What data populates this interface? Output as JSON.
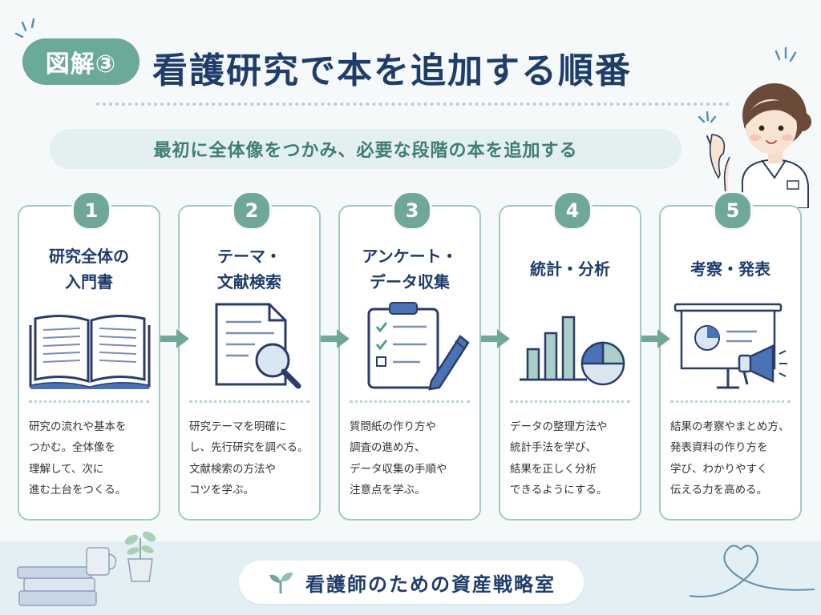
{
  "header": {
    "tag": "図解③",
    "title": "看護研究で本を追加する順番",
    "subtitle": "最初に全体像をつかみ、必要な段階の本を追加する"
  },
  "steps": [
    {
      "number": "1",
      "title_lines": [
        "研究全体の",
        "入門書"
      ],
      "icon": "open-book-icon",
      "desc_lines": [
        "研究の流れや基本を",
        "つかむ。全体像を",
        "理解して、次に",
        "進む土台をつくる。"
      ]
    },
    {
      "number": "2",
      "title_lines": [
        "テーマ・",
        "文献検索"
      ],
      "icon": "document-magnifier-icon",
      "desc_lines": [
        "研究テーマを明確に",
        "し、先行研究を調べる。",
        "文献検索の方法や",
        "コツを学ぶ。"
      ]
    },
    {
      "number": "3",
      "title_lines": [
        "アンケート・",
        "データ収集"
      ],
      "icon": "clipboard-pen-icon",
      "desc_lines": [
        "質問紙の作り方や",
        "調査の進め方、",
        "データ収集の手順や",
        "注意点を学ぶ。"
      ]
    },
    {
      "number": "4",
      "title_lines": [
        "統計・分析"
      ],
      "icon": "bar-pie-chart-icon",
      "desc_lines": [
        "データの整理方法や",
        "統計手法を学び、",
        "結果を正しく分析",
        "できるようにする。"
      ]
    },
    {
      "number": "5",
      "title_lines": [
        "考察・発表"
      ],
      "icon": "presentation-megaphone-icon",
      "desc_lines": [
        "結果の考察やまとめ方、",
        "発表資料の作り方を",
        "学び、わかりやすく",
        "伝える力を高める。"
      ]
    }
  ],
  "footer": {
    "text": "看護師のための資産戦略室",
    "icon": "sprout-icon"
  },
  "colors": {
    "navy": "#1f3d6b",
    "teal": "#6ba99a",
    "light_teal": "#e4eff2",
    "card_border": "#9ecbc2"
  }
}
